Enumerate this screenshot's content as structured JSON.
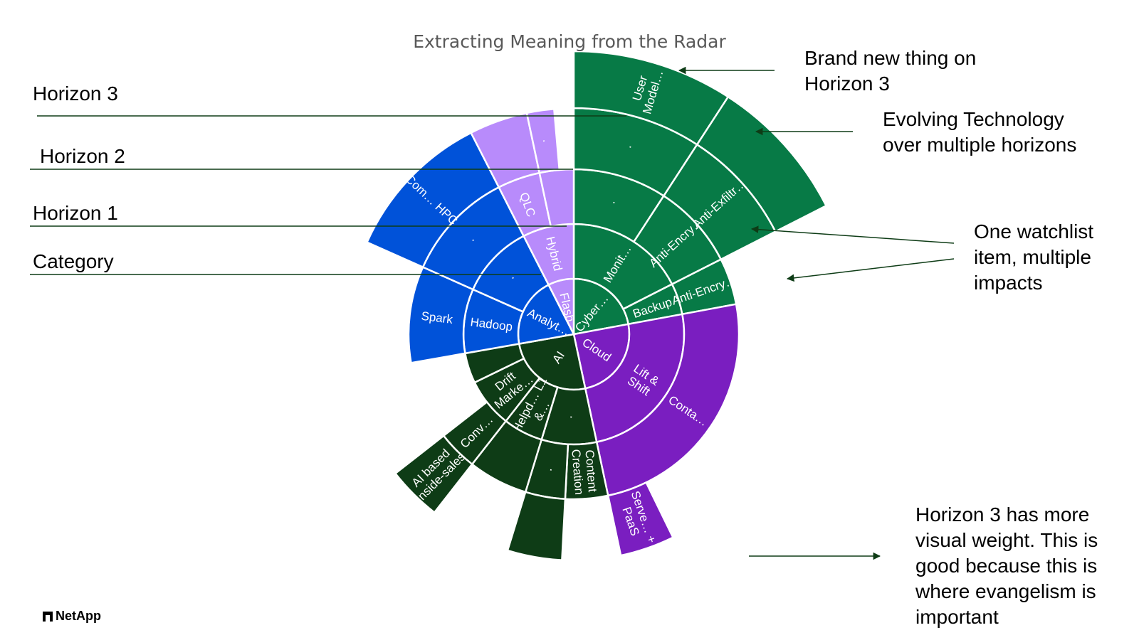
{
  "title": "Extracting Meaning from the Radar",
  "horizon_labels": [
    "Horizon 3",
    "Horizon 2",
    "Horizon 1",
    "Category"
  ],
  "annotations": {
    "brand_new": [
      "Brand new thing on",
      "Horizon 3"
    ],
    "evolving": [
      "Evolving Technology",
      "over multiple horizons"
    ],
    "watchlist": [
      "One watchlist",
      "item, multiple",
      "impacts"
    ],
    "weight": [
      "Horizon 3 has more",
      "visual weight. This is",
      "good because this is",
      "where evangelism is",
      "important"
    ]
  },
  "logo": "NetApp",
  "colors": {
    "cyber": "#077a46",
    "cloud": "#7a1ec0",
    "ai": "#0e3c16",
    "analytics": "#0052d9",
    "flash": "#b88bfb",
    "lines": "#0e3c16"
  },
  "segments": [
    {
      "ring": 1,
      "start": 0,
      "end": 79.5,
      "color": "cyber",
      "label": "Cyber…"
    },
    {
      "ring": 2,
      "start": 0,
      "end": 63,
      "color": "cyber",
      "label": "Monit…"
    },
    {
      "ring": 3,
      "start": 0,
      "end": 33,
      "color": "cyber",
      "label": "·"
    },
    {
      "ring": 4,
      "start": 0,
      "end": 33,
      "color": "cyber",
      "label": "·"
    },
    {
      "ring": 5,
      "start": 0,
      "end": 33,
      "color": "cyber",
      "label": "User Model…"
    },
    {
      "ring": 3,
      "start": 33,
      "end": 63,
      "color": "cyber",
      "label": "Anti-Encry…"
    },
    {
      "ring": 4,
      "start": 33,
      "end": 63,
      "color": "cyber",
      "label": "Anti-Exfiltr…"
    },
    {
      "ring": 5,
      "start": 33,
      "end": 63,
      "color": "cyber",
      "label": ""
    },
    {
      "ring": 2,
      "start": 63,
      "end": 79.5,
      "color": "cyber",
      "label": "Backup"
    },
    {
      "ring": 3,
      "start": 63,
      "end": 79.5,
      "color": "cyber",
      "label": "Anti-Encry…"
    },
    {
      "ring": 1,
      "start": 79.5,
      "end": 168,
      "color": "cloud",
      "label": "Cloud"
    },
    {
      "ring": 2,
      "start": 79.5,
      "end": 168,
      "color": "cloud",
      "label": "Lift & Shift"
    },
    {
      "ring": 3,
      "start": 79.5,
      "end": 168,
      "color": "cloud",
      "label": "Conta…"
    },
    {
      "ring": 4,
      "start": 154,
      "end": 168,
      "color": "cloud",
      "label": "Serve… + PaaS"
    },
    {
      "ring": 1,
      "start": 168,
      "end": 260,
      "color": "ai",
      "label": "AI"
    },
    {
      "ring": 2,
      "start": 168,
      "end": 197,
      "color": "ai",
      "label": "·"
    },
    {
      "ring": 3,
      "start": 168,
      "end": 183,
      "color": "ai",
      "label": "Content Creation"
    },
    {
      "ring": 3,
      "start": 183,
      "end": 197,
      "color": "ai",
      "label": "·"
    },
    {
      "ring": 4,
      "start": 183,
      "end": 197,
      "color": "ai",
      "label": ""
    },
    {
      "ring": 2,
      "start": 197,
      "end": 218,
      "color": "ai",
      "label": "Helpd… L1 &…"
    },
    {
      "ring": 3,
      "start": 197,
      "end": 218,
      "color": "ai",
      "label": ""
    },
    {
      "ring": 2,
      "start": 218,
      "end": 244,
      "color": "ai",
      "label": "Drift Marke…"
    },
    {
      "ring": 3,
      "start": 218,
      "end": 232,
      "color": "ai",
      "label": "Conv…"
    },
    {
      "ring": 4,
      "start": 218,
      "end": 232,
      "color": "ai",
      "label": "AI based Inside-sales"
    },
    {
      "ring": 2,
      "start": 244,
      "end": 260,
      "color": "ai",
      "label": ""
    },
    {
      "ring": 1,
      "start": 260,
      "end": 333,
      "color": "analytics",
      "label": "Analyt…"
    },
    {
      "ring": 2,
      "start": 260,
      "end": 294,
      "color": "analytics",
      "label": "Hadoop"
    },
    {
      "ring": 3,
      "start": 260,
      "end": 294,
      "color": "analytics",
      "label": "Spark"
    },
    {
      "ring": 2,
      "start": 294,
      "end": 333,
      "color": "analytics",
      "label": "·"
    },
    {
      "ring": 3,
      "start": 294,
      "end": 333,
      "color": "analytics",
      "label": "·"
    },
    {
      "ring": 4,
      "start": 294,
      "end": 333,
      "color": "analytics",
      "label": "Com… HPC"
    },
    {
      "ring": 1,
      "start": 333,
      "end": 360,
      "color": "flash",
      "label": "Flash"
    },
    {
      "ring": 2,
      "start": 333,
      "end": 360,
      "color": "flash",
      "label": "Hybrid"
    },
    {
      "ring": 3,
      "start": 333,
      "end": 348,
      "color": "flash",
      "label": "QLC"
    },
    {
      "ring": 3,
      "start": 348,
      "end": 360,
      "color": "flash",
      "label": ""
    },
    {
      "ring": 4,
      "start": 333,
      "end": 348,
      "color": "flash",
      "label": ""
    },
    {
      "ring": 4,
      "start": 348,
      "end": 355,
      "color": "flash",
      "label": "·"
    }
  ]
}
